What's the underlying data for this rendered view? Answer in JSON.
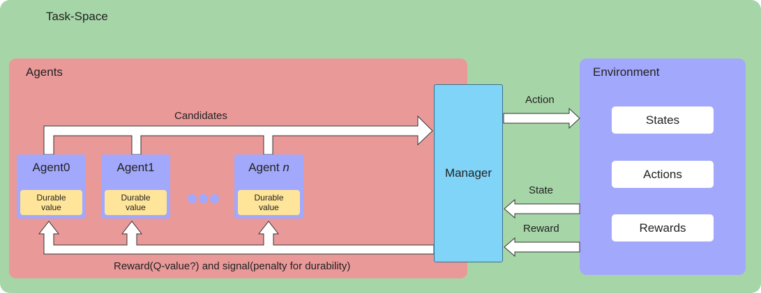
{
  "task_space": {
    "title": "Task-Space"
  },
  "agents_panel": {
    "title": "Agents",
    "agents": [
      {
        "name": "Agent0",
        "suffix": "",
        "durable_line1": "Durable",
        "durable_line2": "value"
      },
      {
        "name": "Agent1",
        "suffix": "",
        "durable_line1": "Durable",
        "durable_line2": "value"
      },
      {
        "name": "Agent ",
        "suffix": "n",
        "durable_line1": "Durable",
        "durable_line2": "value"
      }
    ],
    "candidates_label": "Candidates",
    "feedback_label": "Reward(Q-value?) and signal(penalty for durability)"
  },
  "manager": {
    "label": "Manager"
  },
  "environment": {
    "title": "Environment",
    "items": [
      "States",
      "Actions",
      "Rewards"
    ]
  },
  "links": {
    "action_label": "Action",
    "state_label": "State",
    "reward_label": "Reward"
  },
  "colors": {
    "task_space": "#a6d5a7",
    "agents_panel": "#ea9999",
    "environment_panel": "#a2a8fb",
    "manager": "#80d4f8",
    "agent": "#a2a8fb",
    "durable": "#ffe599",
    "arrow_fill": "#ffffff",
    "arrow_stroke": "#333333"
  }
}
